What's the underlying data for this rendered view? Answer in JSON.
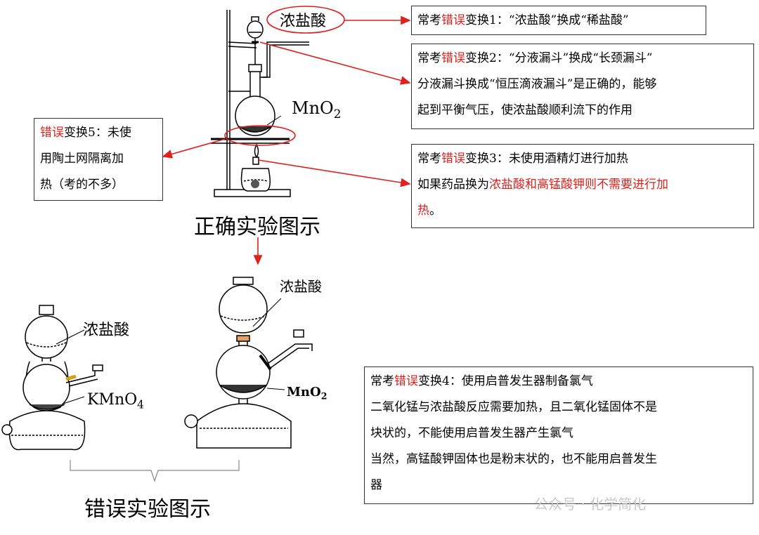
{
  "top_apparatus": {
    "label_hcl": "浓盐酸",
    "label_mno2": "MnO",
    "label_mno2_sub": "2",
    "caption": "正确实验图示"
  },
  "bottom_apparatus": {
    "left_label_hcl": "浓盐酸",
    "left_label_kmno4": "KMnO",
    "left_label_kmno4_sub": "4",
    "right_label_hcl": "浓盐酸",
    "right_label_mno2": "MnO",
    "right_label_mno2_sub": "2",
    "caption": "错误实验图示"
  },
  "box1": {
    "prefix": "常考",
    "red": "错误",
    "rest": "变换1：“浓盐酸”换成“稀盐酸”"
  },
  "box2": {
    "prefix": "常考",
    "red": "错误",
    "rest": "变换2：“分液漏斗”换成“长颈漏斗”",
    "line2": "分液漏斗换成“恒压滴液漏斗”是正确的，能够",
    "line3": "起到平衡气压，使浓盐酸顺利流下的作用"
  },
  "box3": {
    "prefix": "常考",
    "red": "错误",
    "rest": "变换3：未使用酒精灯进行加热",
    "line2_pre": "如果药品换为",
    "line2_red": "浓盐酸和高锰酸钾则不需要进行加",
    "line3_red": "热",
    "line3_post": "。"
  },
  "box5": {
    "red": "错误",
    "rest": "变换5：未使",
    "line2": "用陶土网隔离加",
    "line3": "热（考的不多）"
  },
  "box4": {
    "prefix": "常考",
    "red": "错误",
    "rest": "变换4：使用启普发生器制备氯气",
    "line2": "二氧化锰与浓盐酸反应需要加热，且二氧化锰固体不是",
    "line3": "块状的，不能使用启普发生器产生氯气",
    "line4": "当然，高锰酸钾固体也是粉末状的，也不能用启普发生",
    "line5": "器"
  },
  "watermark": "公众号 · 化学简化",
  "colors": {
    "accent_red": "#e0201b",
    "border": "#333333"
  }
}
